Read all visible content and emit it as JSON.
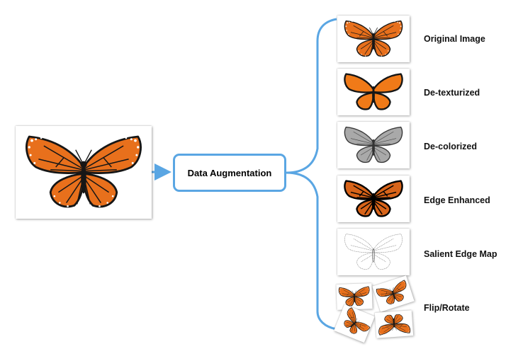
{
  "center_label": "Data Augmentation",
  "variants": [
    {
      "id": "original",
      "label": "Original Image"
    },
    {
      "id": "detexturized",
      "label": "De-texturized"
    },
    {
      "id": "decolorized",
      "label": "De-colorized"
    },
    {
      "id": "edge",
      "label": "Edge Enhanced"
    },
    {
      "id": "salient",
      "label": "Salient Edge Map"
    },
    {
      "id": "flip",
      "label": "Flip/Rotate"
    }
  ],
  "colors": {
    "connector": "#5aa6e3",
    "wing_orange": "#e8701c",
    "wing_border": "#161616",
    "spot": "#ffffff",
    "gray_wing": "#a9a9a9"
  },
  "icons": {
    "butterfly": "monarch-butterfly-icon"
  }
}
